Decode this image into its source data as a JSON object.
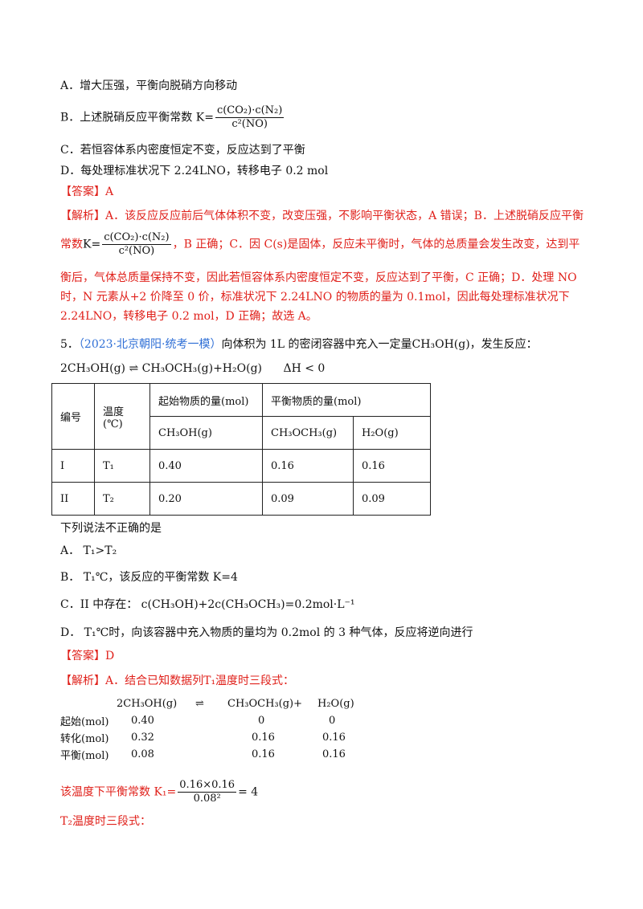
{
  "q4": {
    "optA": "A．增大压强，平衡向脱硝方向移动",
    "optB_prefix": "B．上述脱硝反应平衡常数",
    "k_expr": {
      "lhs": "K=",
      "num": "c(CO₂)·c(N₂)",
      "den": "c²(NO)"
    },
    "optC": "C．若恒容体系内密度恒定不变，反应达到了平衡",
    "optD": "D．每处理标准状况下 2.24LNO，转移电子 0.2 mol",
    "answer": "【答案】A",
    "exp_line1": "【解析】A．该反应反应前后气体体积不变，改变压强，不影响平衡状态，A 错误；B．上述脱硝反应平衡",
    "exp_line2_prefix": "常数",
    "exp_line2_suffix": "，B 正确；C．因 C(s)是固体，反应未平衡时，气体的总质量会发生改变，达到平",
    "exp_line3": "衡后，气体总质量保持不变，因此若恒容体系内密度恒定不变，反应达到了平衡，C 正确；D．处理 NO",
    "exp_line4": "时，N 元素从+2 价降至 0 价，标准状况下 2.24LNO 的物质的量为 0.1mol，因此每处理标准状况下",
    "exp_line5": "2.24LNO，转移电子 0.2 mol，D 正确；故选 A。"
  },
  "q5": {
    "number": "5．",
    "source": "（2023·北京朝阳·统考一模）",
    "stem": "向体积为 1L 的密闭容器中充入一定量CH₃OH(g)，发生反应：",
    "reaction": "2CH₃OH(g) ⇌ CH₃OCH₃(g)+H₂O(g)",
    "delta_h": "ΔH < 0",
    "table": {
      "col_no": "编号",
      "col_temp": "温度(℃)",
      "col_initial": "起始物质的量(mol)",
      "col_equilibrium": "平衡物质的量(mol)",
      "sub_initial": "CH₃OH(g)",
      "sub_eq1": "CH₃OCH₃(g)",
      "sub_eq2": "H₂O(g)",
      "rows": [
        {
          "no": "I",
          "temp": "T₁",
          "a": "0.40",
          "b": "0.16",
          "c": "0.16"
        },
        {
          "no": "II",
          "temp": "T₂",
          "a": "0.20",
          "b": "0.09",
          "c": "0.09"
        }
      ]
    },
    "question": "下列说法不正确的是",
    "optA": "A．  T₁>T₂",
    "optB": "B．  T₁℃，该反应的平衡常数 K=4",
    "optC": "C．II 中存在：  c(CH₃OH)+2c(CH₃OCH₃)=0.2mol·L⁻¹",
    "optD": "D．  T₁℃时，向该容器中充入物质的量均为 0.2mol 的 3 种气体，反应将逆向进行",
    "answer": "【答案】D",
    "exp_line1": "【解析】A．结合已知数据列T₁温度时三段式：",
    "stage_header": [
      "",
      "2CH₃OH(g)",
      "⇌",
      "CH₃OCH₃(g)+",
      "H₂O(g)"
    ],
    "stage_rows": [
      {
        "label": "起始(mol)",
        "a": "0.40",
        "b": "0",
        "c": "0"
      },
      {
        "label": "转化(mol)",
        "a": "0.32",
        "b": "0.16",
        "c": "0.16"
      },
      {
        "label": "平衡(mol)",
        "a": "0.08",
        "b": "0.16",
        "c": "0.16"
      }
    ],
    "k1_prefix": "该温度下平衡常数 K₁=",
    "k1_num": "0.16×0.16",
    "k1_den": "0.08²",
    "k1_result": "= 4",
    "t2_line": "T₂温度时三段式："
  }
}
